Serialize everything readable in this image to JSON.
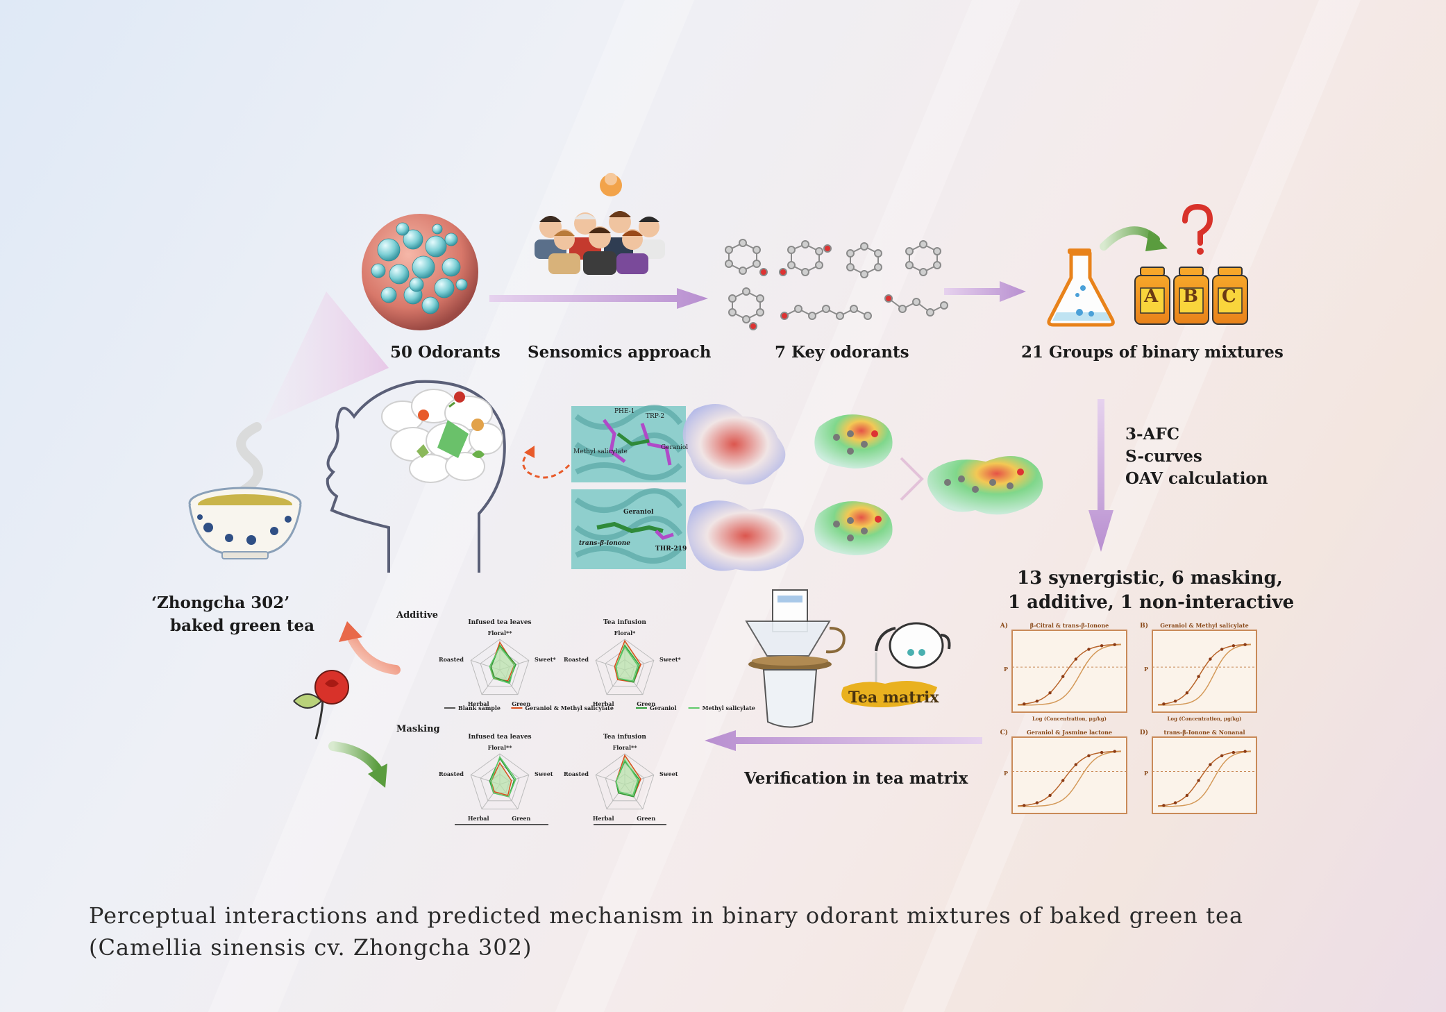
{
  "labels": {
    "odorants": "50 Odorants",
    "sensomics": "Sensomics approach",
    "key_odorants": "7 Key odorants",
    "groups": "21 Groups of binary mixtures",
    "methods": [
      "3-AFC",
      "S-curves",
      "OAV calculation"
    ],
    "result_line1": "13 synergistic, 6 masking,",
    "result_line2": "1 additive, 1 non-interactive",
    "verification": "Verification in tea matrix",
    "tea_matrix": "Tea matrix",
    "tea_name_line1": "‘Zhongcha 302’",
    "tea_name_line2": "baked green tea"
  },
  "bottles": [
    "A",
    "B",
    "C"
  ],
  "docking": {
    "top_labels": [
      "PHE-1",
      "TRP-2",
      "Methyl salicylate",
      "Geraniol"
    ],
    "bottom_labels": [
      "Geraniol",
      "trans-β-ionone",
      "THR-219"
    ]
  },
  "radar": {
    "row_labels": [
      "Additive",
      "Masking"
    ],
    "panel_titles": [
      "Infused tea leaves",
      "Tea infusion",
      "Infused tea leaves",
      "Tea infusion"
    ],
    "axes": [
      "Floral",
      "Sweet",
      "Green",
      "Herbal",
      "Roasted"
    ],
    "top_markers": [
      "Floral**",
      "Floral*",
      "Floral**",
      "Floral**"
    ],
    "sweet_markers": [
      "Sweet*",
      "Sweet*",
      "Sweet",
      "Sweet"
    ],
    "legend": [
      "Blank sample",
      "Geraniol & Methyl salicylate",
      "Geraniol",
      "Methyl salicylate"
    ],
    "legend_colors": [
      "#555555",
      "#d9501e",
      "#2f9e3a",
      "#5fc96a"
    ]
  },
  "curves": {
    "panels": [
      {
        "letter": "A)",
        "title": "β-Citral & trans-β-Ionone"
      },
      {
        "letter": "B)",
        "title": "Geraniol & Methyl salicylate"
      },
      {
        "letter": "C)",
        "title": "Geraniol & Jasmine lactone"
      },
      {
        "letter": "D)",
        "title": "trans-β-Ionone & Nonanal"
      }
    ],
    "xlabel": "Log (Concentration, μg/kg)",
    "ylabel": "P"
  },
  "caption_line1": "Perceptual interactions and predicted mechanism in binary odorant mixtures of baked green tea",
  "caption_line2": "(Camellia sinensis cv. Zhongcha 302)",
  "colors": {
    "arrow": "#c9a6d8",
    "curve_frame": "#c98a58",
    "molecule": "#7fd0d6"
  }
}
